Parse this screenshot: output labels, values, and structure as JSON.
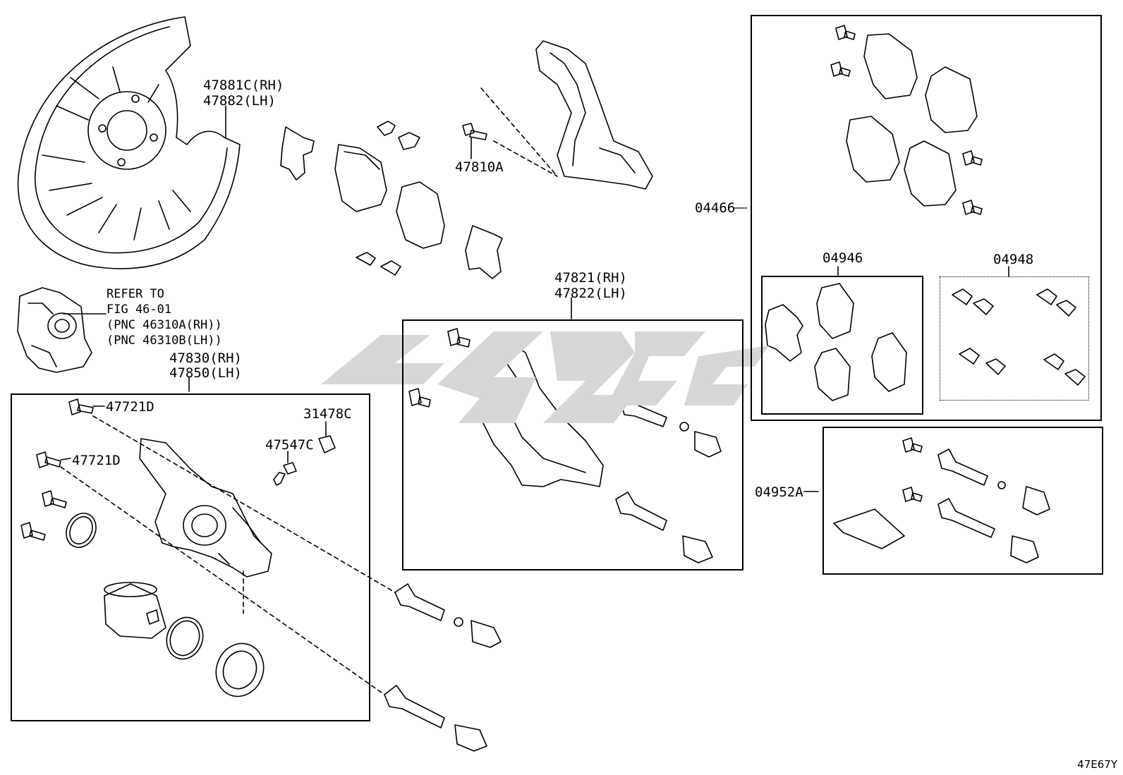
{
  "diagram_code": "47E67Y",
  "labels": {
    "shield": [
      "47881C(RH)",
      "47882(LH)"
    ],
    "bolt_47810a": "47810A",
    "refer": [
      "REFER TO",
      "FIG 46-01",
      "(PNC 46310A(RH))",
      "(PNC 46310B(LH))"
    ],
    "caliper_assy": [
      "47830(RH)",
      "47850(LH)"
    ],
    "bolt_1": "47721D",
    "bolt_2": "47721D",
    "cap": "31478C",
    "bleeder": "47547C",
    "mount": [
      "47821(RH)",
      "47822(LH)"
    ],
    "pad_kit": "04466",
    "shim_kit": "04946",
    "clip_kit": "04948",
    "repair_kit": "04952A"
  },
  "colors": {
    "line": "#000000",
    "watermark": "#d7d7d7",
    "background": "#ffffff"
  }
}
